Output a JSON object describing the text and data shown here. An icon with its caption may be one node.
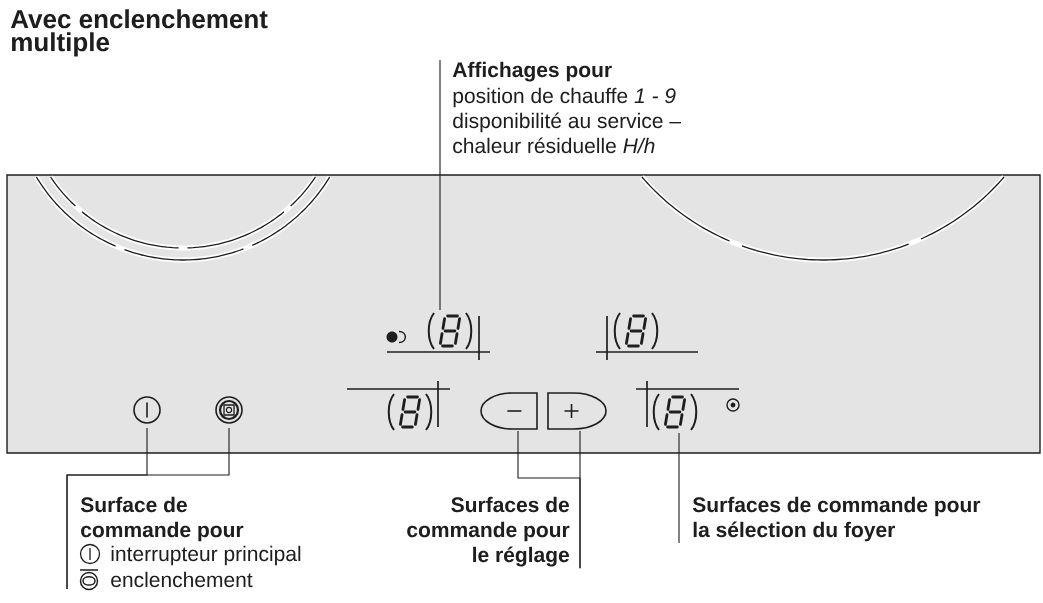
{
  "diagram": {
    "title": "Avec enclenchement multiple",
    "nodes": [
      {
        "text": [
          "Affichages pour",
          "position de chauffe *1 - 9*",
          "disponibilité au service –",
          "chaleur résiduelle *H/h*"
        ]
      },
      {
        "text": [],
        "shape": "box"
      },
      {
        "text": [],
        "shape": "picture",
        "in": 1
      },
      {
        "text": [],
        "shape": "picture",
        "in": 1
      },
      {
        "text": [],
        "shape": "circle",
        "in": 1
      },
      {
        "text": [],
        "shape": "circle",
        "in": 1
      },
      {
        "text": [],
        "shape": "picture",
        "in": 1
      },
      {
        "text": [],
        "shape": "button",
        "in": 1
      },
      {
        "text": [],
        "shape": "button",
        "in": 1
      },
      {
        "text": [],
        "shape": "picture",
        "in": 1
      },
      {
        "text": [
          "Surface de commande pour",
          "interrupteur principal",
          "enclenchement"
        ]
      },
      {
        "text": [
          "Surfaces de commande pour le réglage"
        ]
      },
      {
        "text": [
          "Surfaces de commande pour la sélection du foyer"
        ]
      }
    ],
    "edges": [
      {
        "from": 0,
        "to": 2,
        "arrow": "none"
      },
      {
        "from": 10,
        "to": 4,
        "arrow": "none"
      },
      {
        "from": 10,
        "to": 5,
        "arrow": "none"
      },
      {
        "from": 11,
        "to": 7,
        "arrow": "none"
      },
      {
        "from": 11,
        "to": 8,
        "arrow": "none"
      },
      {
        "from": 12,
        "to": 9,
        "arrow": "none"
      }
    ]
  }
}
